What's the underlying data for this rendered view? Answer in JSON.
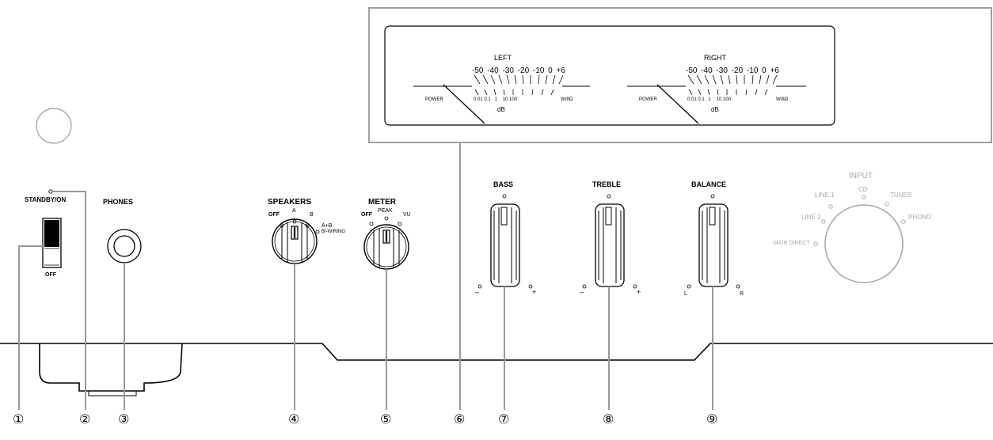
{
  "controls": {
    "standby": {
      "label": "STANDBY/ON",
      "off": "OFF"
    },
    "phones": {
      "label": "PHONES"
    },
    "speakers": {
      "label": "SPEAKERS",
      "off": "OFF",
      "a": "A",
      "b": "B",
      "ab": "A+B",
      "biwiring": "BI-WIRING"
    },
    "meter": {
      "label": "METER",
      "off": "OFF",
      "peak": "PEAK",
      "vu": "VU"
    },
    "bass": {
      "label": "BASS",
      "minus": "–",
      "plus": "+"
    },
    "treble": {
      "label": "TREBLE",
      "minus": "–",
      "plus": "+"
    },
    "balance": {
      "label": "BALANCE",
      "left": "L",
      "right": "R"
    },
    "input": {
      "label": "INPUT",
      "cd": "CD",
      "line1": "LINE 1",
      "tuner": "TUNER",
      "line2": "LINE 2",
      "phono": "PHONO",
      "main_direct": "MAIN DIRECT"
    }
  },
  "meters": {
    "left": {
      "label": "LEFT",
      "scale": "-50 -40 -30 -20 -10  0 +6",
      "power": "POWER",
      "watts": "0.01 0.1   1    10 100",
      "unit": "W/8Ω",
      "db": "dB"
    },
    "right": {
      "label": "RIGHT",
      "scale": "-50 -40 -30 -20 -10  0 +6",
      "power": "POWER",
      "watts": "0.01 0.1   1    10 100",
      "unit": "W/8Ω",
      "db": "dB"
    }
  },
  "callouts": [
    "①",
    "②",
    "③",
    "④",
    "⑤",
    "⑥",
    "⑦",
    "⑧",
    "⑨"
  ]
}
